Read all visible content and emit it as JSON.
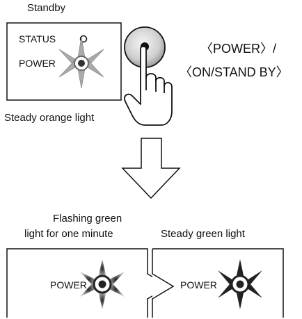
{
  "standby": {
    "title": "Standby",
    "status_label": "STATUS",
    "power_label": "POWER",
    "caption": "Steady orange light"
  },
  "button": {
    "label_line1": "〈POWER〉/",
    "label_line2": "〈ON/STAND BY〉"
  },
  "flashing": {
    "caption_line1": "Flashing green",
    "caption_line2": "light for one minute",
    "power_label": "POWER"
  },
  "steady_green": {
    "caption": "Steady green light",
    "power_label": "POWER"
  },
  "colors": {
    "line": "#111111",
    "ray_dark": "#222222",
    "ray_light": "#bbbbbb"
  },
  "icons": {
    "indicator": "star-burst-indicator-icon",
    "hand": "pointing-hand-icon",
    "arrow": "down-arrow-icon"
  }
}
